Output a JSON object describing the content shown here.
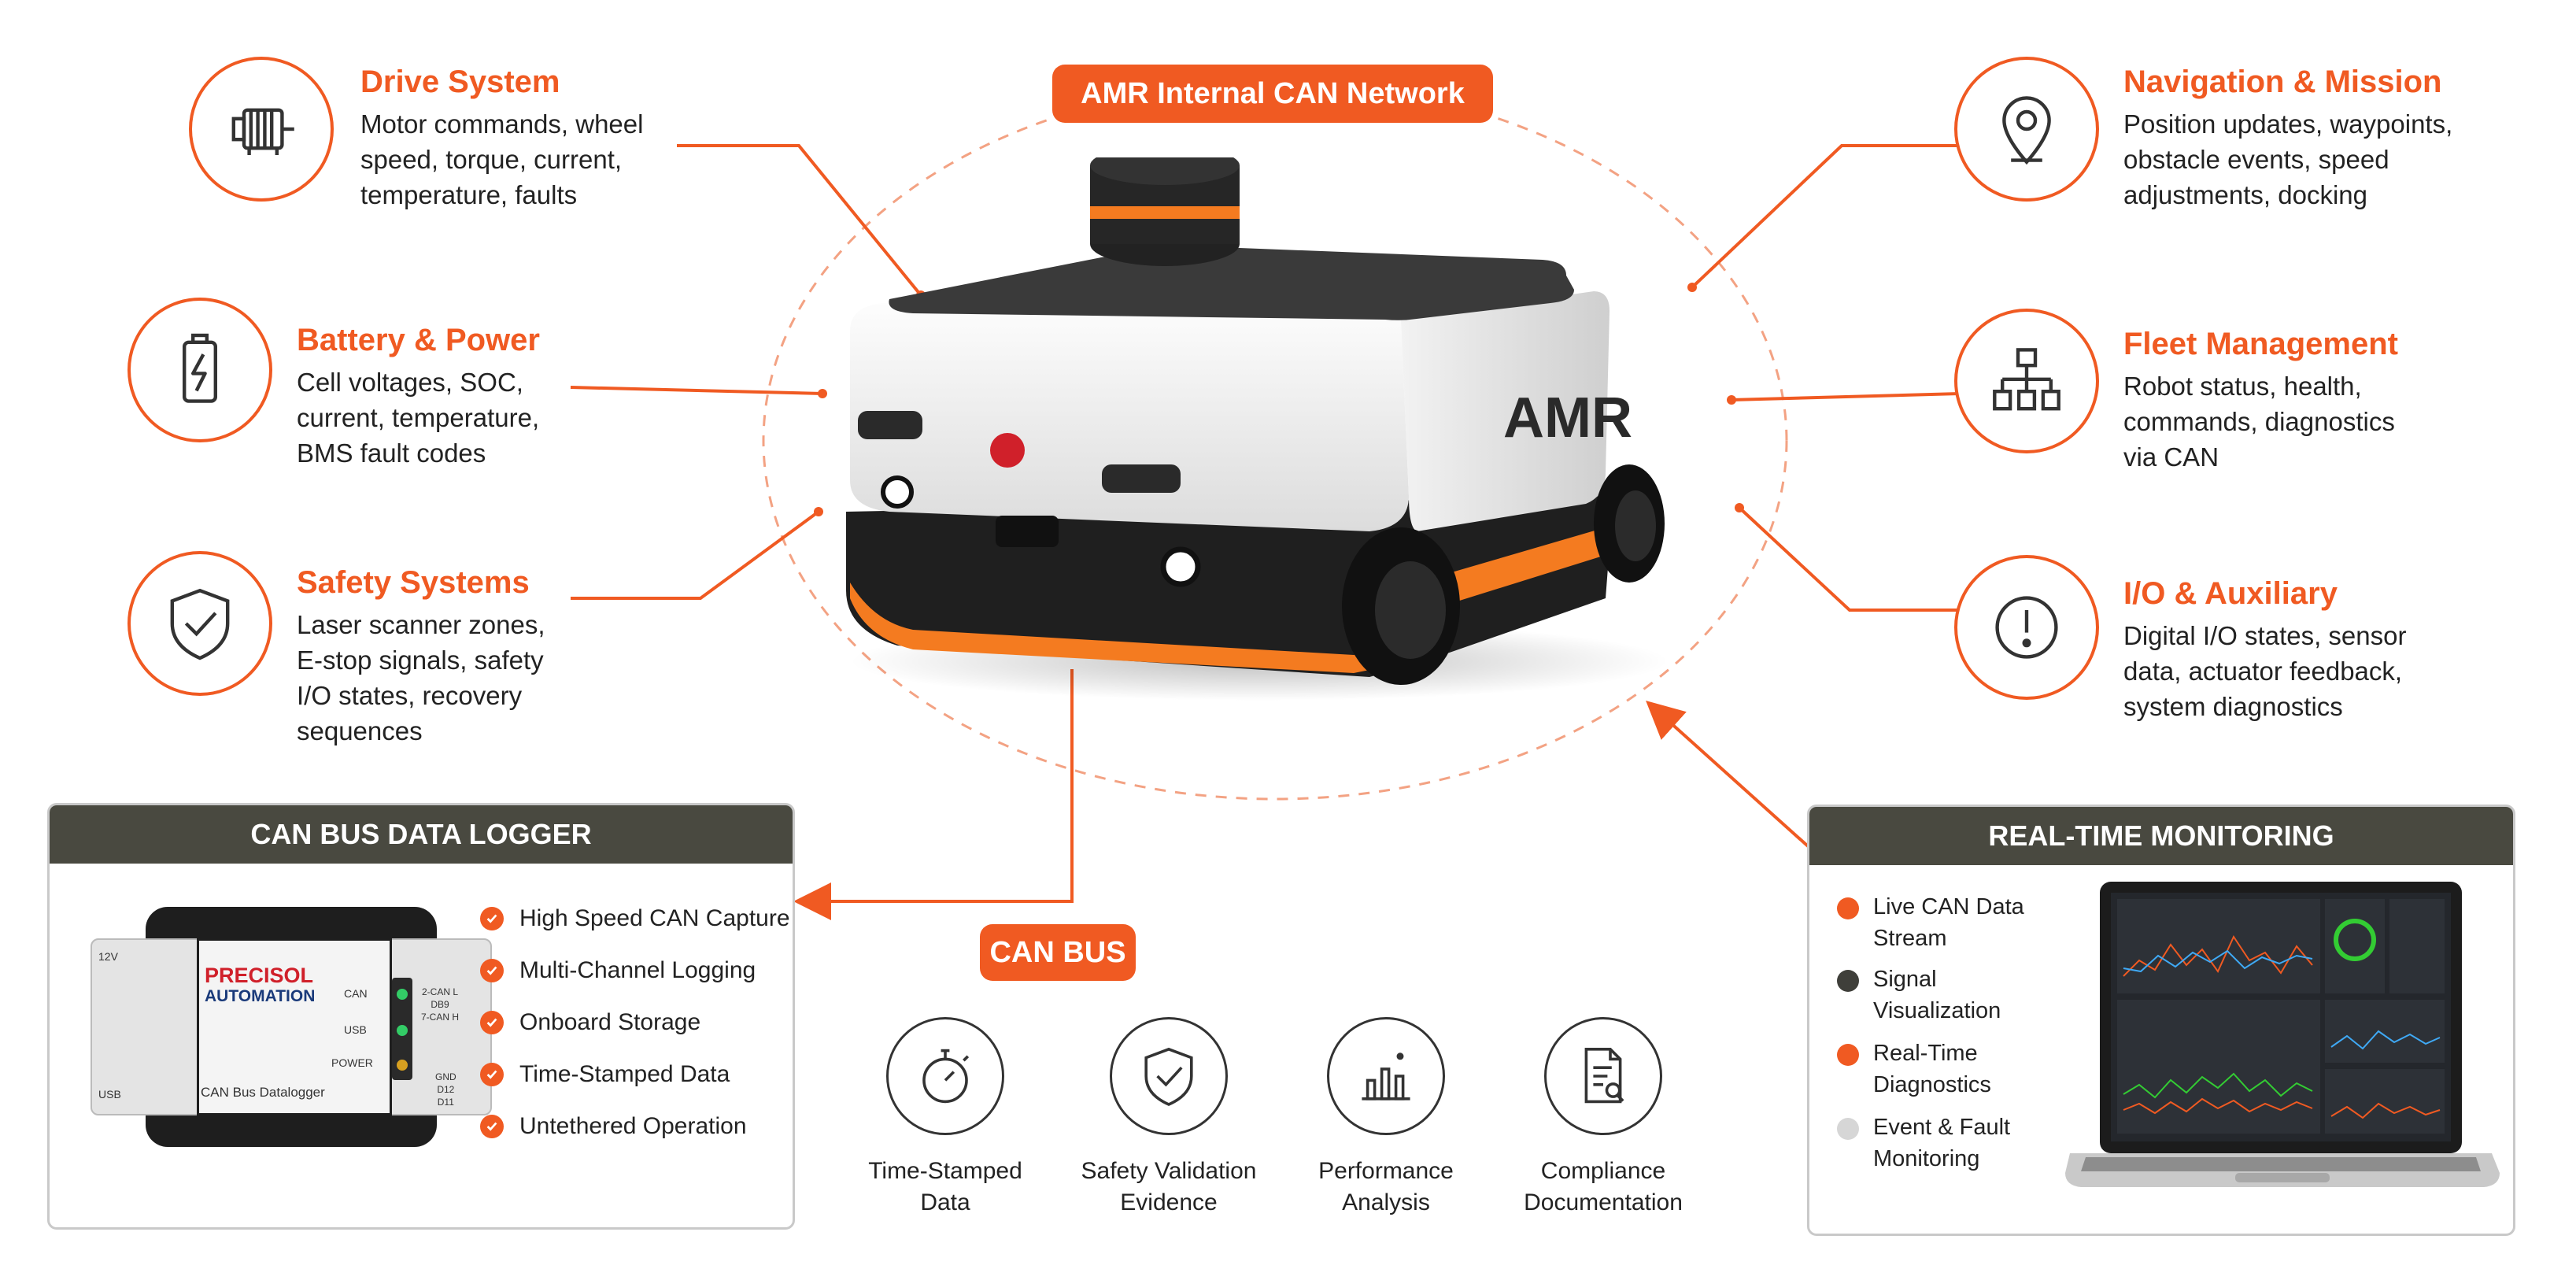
{
  "network_label": "AMR Internal CAN Network",
  "robot_label": "AMR",
  "can_bus_label": "CAN BUS",
  "left_features": [
    {
      "title": "Drive System",
      "desc": [
        "Motor commands, wheel",
        "speed, torque, current,",
        "temperature, faults"
      ],
      "icon": "motor-icon"
    },
    {
      "title": "Battery & Power",
      "desc": [
        "Cell voltages, SOC,",
        "current, temperature,",
        "BMS fault codes"
      ],
      "icon": "battery-icon"
    },
    {
      "title": "Safety Systems",
      "desc": [
        "Laser scanner zones,",
        "E-stop signals, safety",
        "I/O states, recovery",
        "sequences"
      ],
      "icon": "shield-check-icon"
    }
  ],
  "right_features": [
    {
      "title": "Navigation & Mission",
      "desc": [
        "Position updates, waypoints,",
        "obstacle events, speed",
        "adjustments, docking"
      ],
      "icon": "location-pin-icon"
    },
    {
      "title": "Fleet Management",
      "desc": [
        "Robot status, health,",
        "commands, diagnostics",
        "via CAN"
      ],
      "icon": "hierarchy-icon"
    },
    {
      "title": "I/O & Auxiliary",
      "desc": [
        "Digital I/O states, sensor",
        "data, actuator feedback,",
        "system diagnostics"
      ],
      "icon": "alert-circle-icon"
    }
  ],
  "logger_panel": {
    "title": "CAN BUS DATA LOGGER",
    "device": {
      "brand_line1": "PRECISOL",
      "brand_line2": "AUTOMATION",
      "product": "CAN Bus Datalogger",
      "port_labels": [
        "CAN",
        "USB",
        "POWER"
      ],
      "left_labels": [
        "12V",
        "USB"
      ],
      "pin_labels_top": [
        "2-CAN L",
        "DB9",
        "7-CAN H"
      ],
      "pin_labels_bottom": [
        "GND",
        "D12",
        "D11"
      ]
    },
    "features": [
      "High Speed CAN Capture",
      "Multi-Channel Logging",
      "Onboard Storage",
      "Time-Stamped Data",
      "Untethered Operation"
    ]
  },
  "monitoring_panel": {
    "title": "REAL-TIME MONITORING",
    "legend": [
      {
        "label": [
          "Live CAN Data",
          "Stream"
        ],
        "color": "#f05a22"
      },
      {
        "label": [
          "Signal",
          "Visualization"
        ],
        "color": "#3f3f3a"
      },
      {
        "label": [
          "Real-Time",
          "Diagnostics"
        ],
        "color": "#f05a22"
      },
      {
        "label": [
          "Event & Fault",
          "Monitoring"
        ],
        "color": "#d6d6d6"
      }
    ]
  },
  "use_cases": [
    {
      "label": [
        "Time-Stamped",
        "Data"
      ],
      "icon": "stopwatch-icon"
    },
    {
      "label": [
        "Safety Validation",
        "Evidence"
      ],
      "icon": "shield-check-icon"
    },
    {
      "label": [
        "Performance",
        "Analysis"
      ],
      "icon": "bar-chart-icon"
    },
    {
      "label": [
        "Compliance",
        "Documentation"
      ],
      "icon": "document-search-icon"
    }
  ],
  "colors": {
    "accent": "#f05a22",
    "panel_header": "#494940",
    "dark": "#333333"
  }
}
